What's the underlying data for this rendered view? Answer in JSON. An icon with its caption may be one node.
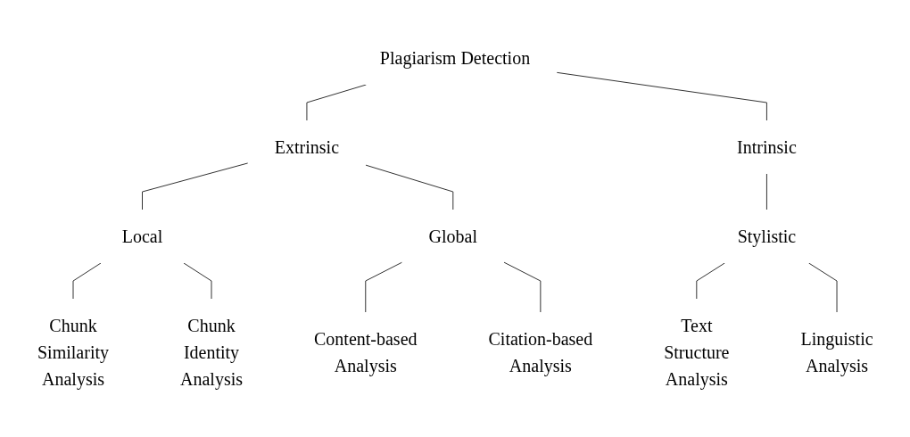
{
  "diagram": {
    "nodes": [
      {
        "text": [
          "Plagiarism Detection"
        ]
      },
      {
        "text": [
          "Extrinsic"
        ]
      },
      {
        "text": [
          "Intrinsic"
        ]
      },
      {
        "text": [
          "Stylistic"
        ]
      },
      {
        "text": [
          "Local"
        ]
      },
      {
        "text": [
          "Global"
        ]
      },
      {
        "text": [
          "Text Structure Analysis"
        ]
      },
      {
        "text": [
          "Linguistic Analysis"
        ]
      },
      {
        "text": [
          "Chunk Similarity Analysis"
        ]
      },
      {
        "text": [
          "Chunk Identity Analysis"
        ]
      },
      {
        "text": [
          "Content-based Analysis"
        ]
      },
      {
        "text": [
          "Citation-based Analysis"
        ]
      }
    ],
    "edges": [
      {
        "from": 0,
        "to": 1,
        "arrow": "none"
      },
      {
        "from": 0,
        "to": 2,
        "arrow": "none"
      },
      {
        "from": 2,
        "to": 3,
        "arrow": "none"
      },
      {
        "from": 1,
        "to": 4,
        "arrow": "none"
      },
      {
        "from": 1,
        "to": 5,
        "arrow": "none"
      },
      {
        "from": 3,
        "to": 6,
        "arrow": "none"
      },
      {
        "from": 3,
        "to": 7,
        "arrow": "none"
      },
      {
        "from": 4,
        "to": 8,
        "arrow": "none"
      },
      {
        "from": 4,
        "to": 9,
        "arrow": "none"
      },
      {
        "from": 5,
        "to": 10,
        "arrow": "none"
      },
      {
        "from": 5,
        "to": 11,
        "arrow": "none"
      }
    ]
  }
}
